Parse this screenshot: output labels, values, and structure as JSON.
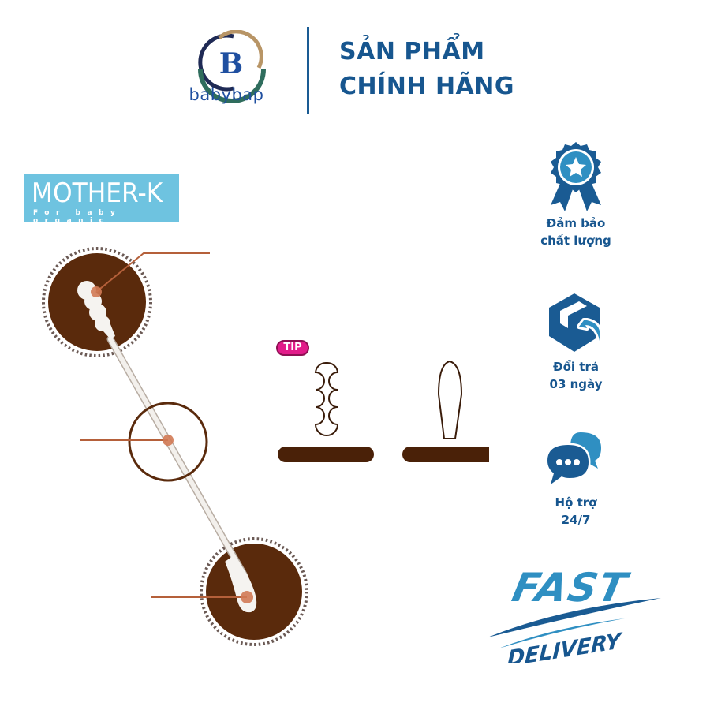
{
  "header": {
    "logo_text": "babybap",
    "logo_letter": "B",
    "headline_line1": "SẢN PHẨM",
    "headline_line2": "CHÍNH HÃNG"
  },
  "brand": {
    "name": "MOTHER-K",
    "tagline": "For baby organic"
  },
  "diagram": {
    "tip_badge": "TIP"
  },
  "features": [
    {
      "icon": "award-ribbon-icon",
      "line1": "Đảm bảo",
      "line2": "chất lượng"
    },
    {
      "icon": "box-return-icon",
      "line1": "Đổi trả",
      "line2": "03 ngày"
    },
    {
      "icon": "chat-bubbles-icon",
      "line1": "Hộ trợ",
      "line2": "24/7"
    }
  ],
  "delivery": {
    "word1": "FAST",
    "word2": "DELIVERY"
  },
  "colors": {
    "primary_blue": "#17568f",
    "light_blue": "#2f8fc2",
    "brand_cyan": "#6ec3e0",
    "brown": "#5a2a0c",
    "pink": "#e21c8a"
  }
}
